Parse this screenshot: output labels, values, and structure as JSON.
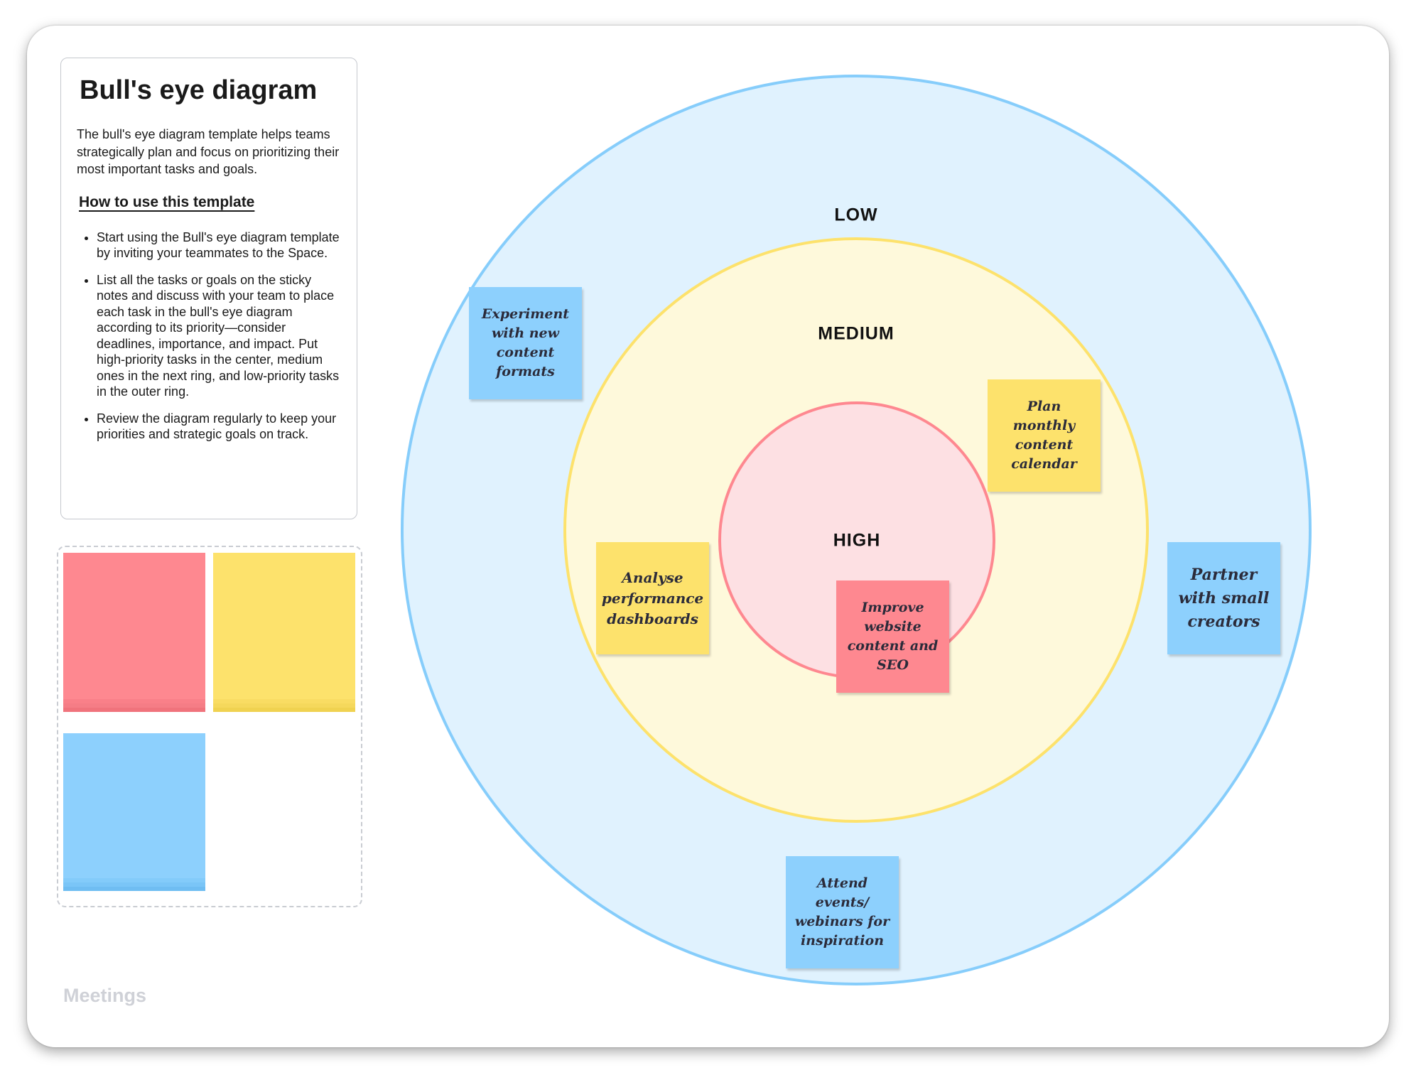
{
  "info": {
    "title": "Bull's eye diagram",
    "description": "The bull's eye diagram template helps teams strategically plan and focus on prioritizing their most important tasks and goals.",
    "howto_heading": "How to use this template",
    "steps": [
      "Start using the Bull's eye diagram template by inviting your teammates to the Space.",
      "List all the tasks or goals on the sticky notes and discuss with your team to place each task in the bull's eye diagram according to its priority—consider deadlines, importance, and impact. Put high-priority tasks in the center, medium ones in the next ring, and low-priority tasks in the outer ring.",
      "Review the diagram regularly to keep your priorities and strategic goals on track."
    ]
  },
  "footer_label": "Meetings",
  "colors": {
    "red": "#fe8890",
    "yellow": "#fde26c",
    "blue": "#8dd0fd",
    "outer_fill": "#e0f2fe",
    "middle_fill": "#fef9db",
    "inner_fill": "#fde0e3"
  },
  "rings": {
    "low": "LOW",
    "medium": "MEDIUM",
    "high": "HIGH"
  },
  "notes": [
    {
      "text": "Experiment with new content formats",
      "color": "blue"
    },
    {
      "text": "Plan monthly content calendar",
      "color": "yellow"
    },
    {
      "text": "Analyse performance dashboards",
      "color": "yellow"
    },
    {
      "text": "Improve website content and SEO",
      "color": "red"
    },
    {
      "text": "Partner with small creators",
      "color": "blue"
    },
    {
      "text": "Attend events/ webinars for inspiration",
      "color": "blue"
    }
  ]
}
